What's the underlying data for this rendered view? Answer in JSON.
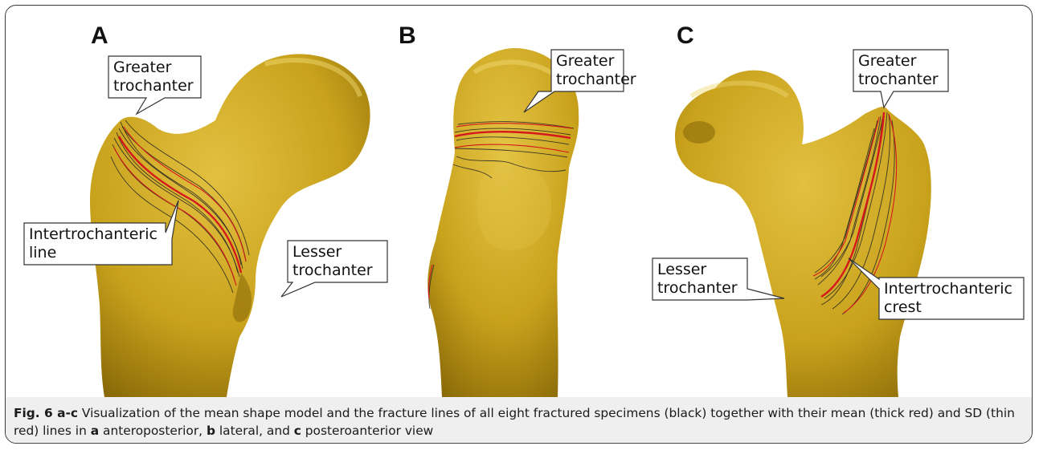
{
  "panels": [
    {
      "letter": "A",
      "callouts": [
        {
          "text": "Greater\ntrochanter"
        },
        {
          "text": "Intertrochanteric\nline"
        },
        {
          "text": "Lesser\ntrochanter"
        }
      ]
    },
    {
      "letter": "B",
      "callouts": [
        {
          "text": "Greater\ntrochanter"
        }
      ]
    },
    {
      "letter": "C",
      "callouts": [
        {
          "text": "Greater\ntrochanter"
        },
        {
          "text": "Lesser\ntrochanter"
        },
        {
          "text": "Intertrochanteric\ncrest"
        }
      ]
    }
  ],
  "colors": {
    "bone": "#c9a21c",
    "bone_shadow": "#8a6a08",
    "bone_highlight": "#e4c44a",
    "fracture_lines": "#1a1a1a",
    "mean_line": "#d4181c",
    "caption_band": "#efefef"
  },
  "caption": {
    "label": "Fig. 6 a-c",
    "text_1": " Visualization of the mean shape model and the fracture lines of all eight fractured specimens (black) together with their mean (thick red) and SD (thin red) lines in ",
    "a": "a",
    "text_2": " anteroposterior, ",
    "b": "b",
    "text_3": " lateral, and ",
    "c": "c",
    "text_4": " posteroanterior view"
  }
}
